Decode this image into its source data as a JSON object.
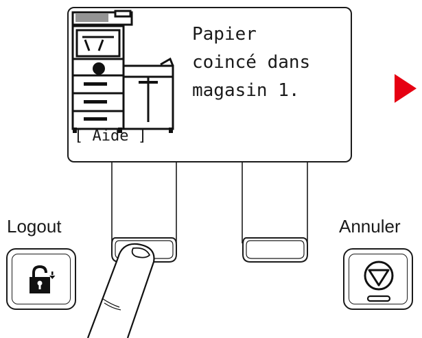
{
  "lcd": {
    "message": "Papier\ncoincé dans\nmagasin 1.",
    "help_label": "[ Aide ]"
  },
  "hardware": {
    "logout_label": "Logout",
    "cancel_label": "Annuler"
  },
  "icons": {
    "logout": "lock-open-icon",
    "cancel": "stop-icon",
    "illustration": "printer-icon",
    "pointer": "finger-icon",
    "indicator": "red-arrow-icon"
  },
  "colors": {
    "indicator_arrow": "#e60012",
    "outline": "#1a1a1a"
  }
}
